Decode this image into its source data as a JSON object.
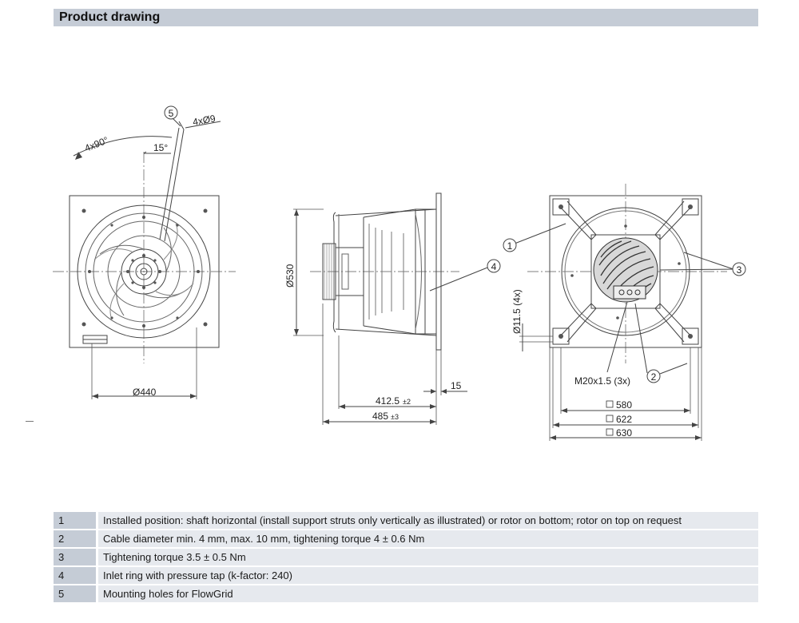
{
  "header": {
    "title": "Product drawing"
  },
  "drawing": {
    "front_view": {
      "angle_label": "4x90°",
      "angle_small": "15°",
      "hole_label": "4xØ9",
      "callout": "5",
      "diameter_label": "Ø440"
    },
    "side_view": {
      "diameter_label": "Ø530",
      "callout": "4",
      "dim_15": "15",
      "dim_412": "412.5",
      "dim_412_tol": "±2",
      "dim_485": "485",
      "dim_485_tol": "±3"
    },
    "rear_view": {
      "callout_1": "1",
      "callout_2": "2",
      "callout_3": "3",
      "hole_label": "Ø11.5 (4x)",
      "thread_label": "M20x1.5 (3x)",
      "dim_580": "580",
      "dim_622": "622",
      "dim_630": "630"
    }
  },
  "legend": [
    {
      "num": "1",
      "text": "Installed position: shaft horizontal (install support struts only vertically as illustrated) or rotor on bottom; rotor on top on request"
    },
    {
      "num": "2",
      "text": "Cable diameter min. 4 mm, max. 10 mm, tightening torque 4 ± 0.6 Nm"
    },
    {
      "num": "3",
      "text": "Tightening torque 3.5 ± 0.5 Nm"
    },
    {
      "num": "4",
      "text": "Inlet ring with pressure tap (k-factor: 240)"
    },
    {
      "num": "5",
      "text": "Mounting holes for FlowGrid"
    }
  ]
}
